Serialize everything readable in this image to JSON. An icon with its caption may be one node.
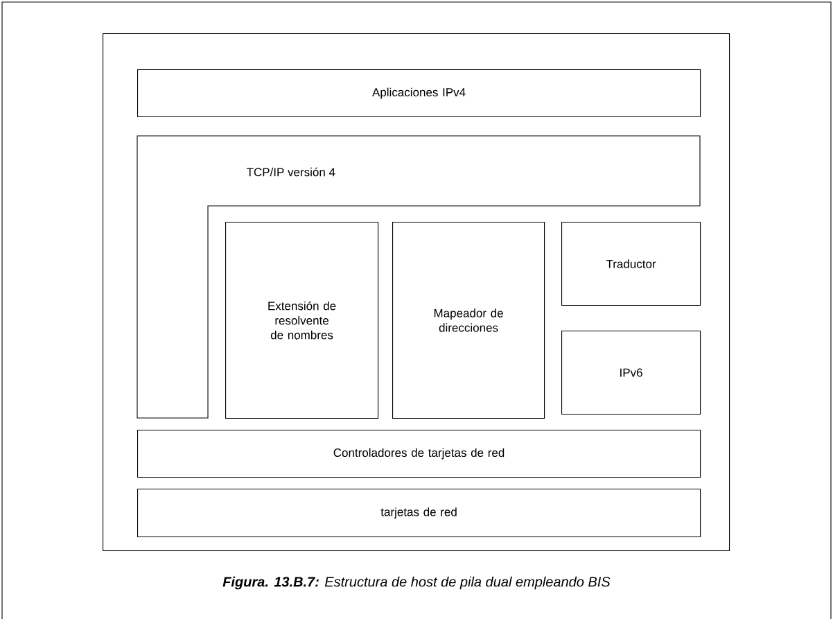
{
  "diagram": {
    "caption": "**Figura. 13.B.7:** Estructura de host de pila dual empleando BIS",
    "nodes": [
      {
        "text": [],
        "shape": "box"
      },
      {
        "text": [
          "Aplicaciones IPv4"
        ],
        "in": 0
      },
      {
        "text": [
          "TCP/IP versión 4"
        ],
        "in": 0
      },
      {
        "text": [
          "Extensión de resolvente de nombres"
        ],
        "in": 0
      },
      {
        "text": [
          "Mapeador de direcciones"
        ],
        "in": 0
      },
      {
        "text": [
          "Traductor"
        ],
        "in": 0
      },
      {
        "text": [
          "IPv6"
        ],
        "in": 0
      },
      {
        "text": [
          "Controladores de tarjetas de red"
        ],
        "in": 0
      },
      {
        "text": [
          "tarjetas de red"
        ],
        "in": 0
      }
    ]
  }
}
